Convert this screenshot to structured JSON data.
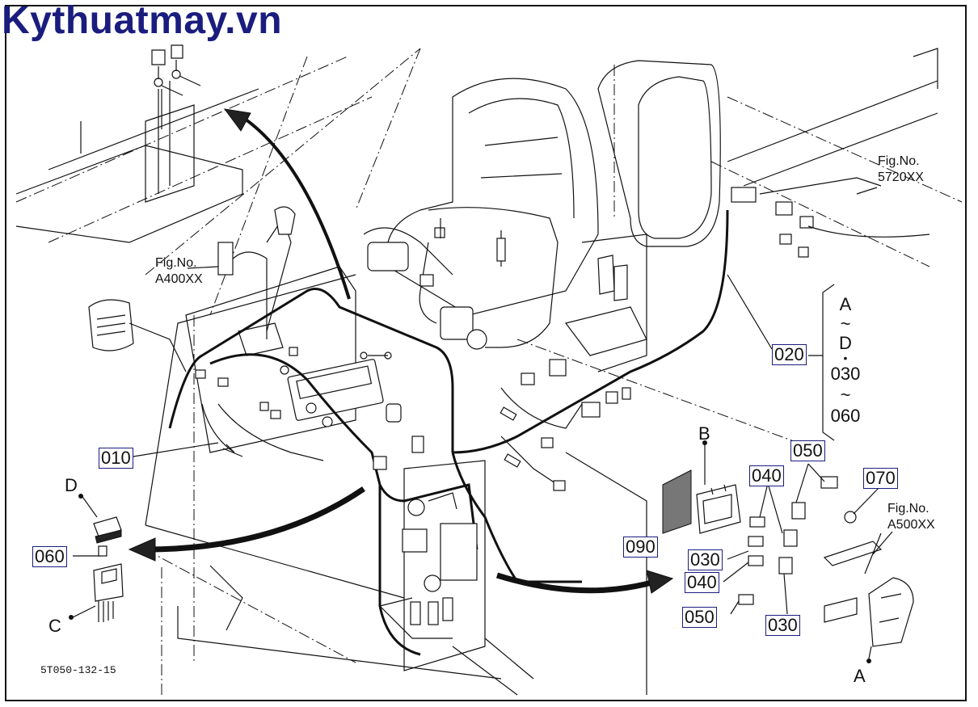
{
  "watermark": "Kythuatmay.vn",
  "drawing_code": "5T050-132-15",
  "callouts": {
    "p010": "010",
    "p020": "020",
    "p030a": "030",
    "p030b": "030",
    "p040a": "040",
    "p040b": "040",
    "p050a": "050",
    "p050b": "050",
    "p060": "060",
    "p070": "070",
    "p090": "090",
    "p030_range": "030",
    "p060_range": "060"
  },
  "refs": {
    "fig_a400": {
      "line1": "Fig.No.",
      "line2": "A400XX"
    },
    "fig_5720": {
      "line1": "Fig.No.",
      "line2": "5720XX"
    },
    "fig_a500": {
      "line1": "Fig.No.",
      "line2": "A500XX"
    }
  },
  "letters": {
    "a_detail": "A",
    "b_detail": "B",
    "c_detail": "C",
    "d_detail": "D",
    "range_a": "A",
    "range_tilde1": "~",
    "range_d": "D",
    "range_dot": "•",
    "range_tilde2": "~"
  }
}
